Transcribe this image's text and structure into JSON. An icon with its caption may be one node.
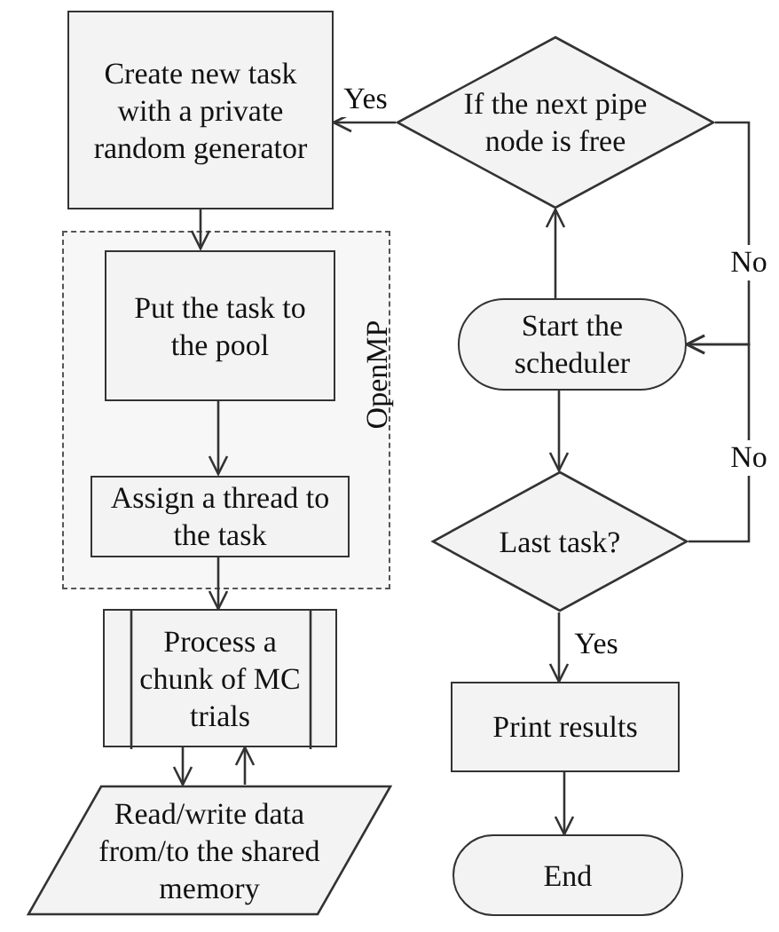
{
  "diagram": {
    "nodes": [
      {
        "text": [
          "Create new task with a private random generator"
        ]
      },
      {
        "text": [
          "OpenMP"
        ]
      },
      {
        "text": [
          "Put the task to the pool"
        ],
        "in": 1
      },
      {
        "text": [
          "Assign a thread to the task"
        ],
        "in": 1
      },
      {
        "text": [
          "Process a chunk of MC trials"
        ]
      },
      {
        "text": [
          "Read/write data from/to the shared memory"
        ]
      },
      {
        "text": [
          "If the next pipe node is free"
        ]
      },
      {
        "text": [
          "Start the scheduler"
        ]
      },
      {
        "text": [
          "Last task?"
        ]
      },
      {
        "text": [
          "Print results"
        ]
      },
      {
        "text": [
          "End"
        ]
      }
    ],
    "edges": [
      {
        "from": 0,
        "to": 2,
        "arrow": "to"
      },
      {
        "from": 2,
        "to": 3,
        "arrow": "to"
      },
      {
        "from": 3,
        "to": 4,
        "arrow": "to"
      },
      {
        "from": 4,
        "to": 5,
        "arrow": "to"
      },
      {
        "from": 5,
        "to": 4,
        "arrow": "to"
      },
      {
        "from": 6,
        "to": 0,
        "arrow": "to",
        "label": "Yes"
      },
      {
        "from": 7,
        "to": 6,
        "arrow": "to"
      },
      {
        "from": 6,
        "to": 7,
        "arrow": "to",
        "label": "No"
      },
      {
        "from": 7,
        "to": 8,
        "arrow": "to"
      },
      {
        "from": 8,
        "to": 7,
        "arrow": "to",
        "label": "No"
      },
      {
        "from": 8,
        "to": 9,
        "arrow": "to",
        "label": "Yes"
      },
      {
        "from": 9,
        "to": 10,
        "arrow": "to"
      }
    ]
  }
}
